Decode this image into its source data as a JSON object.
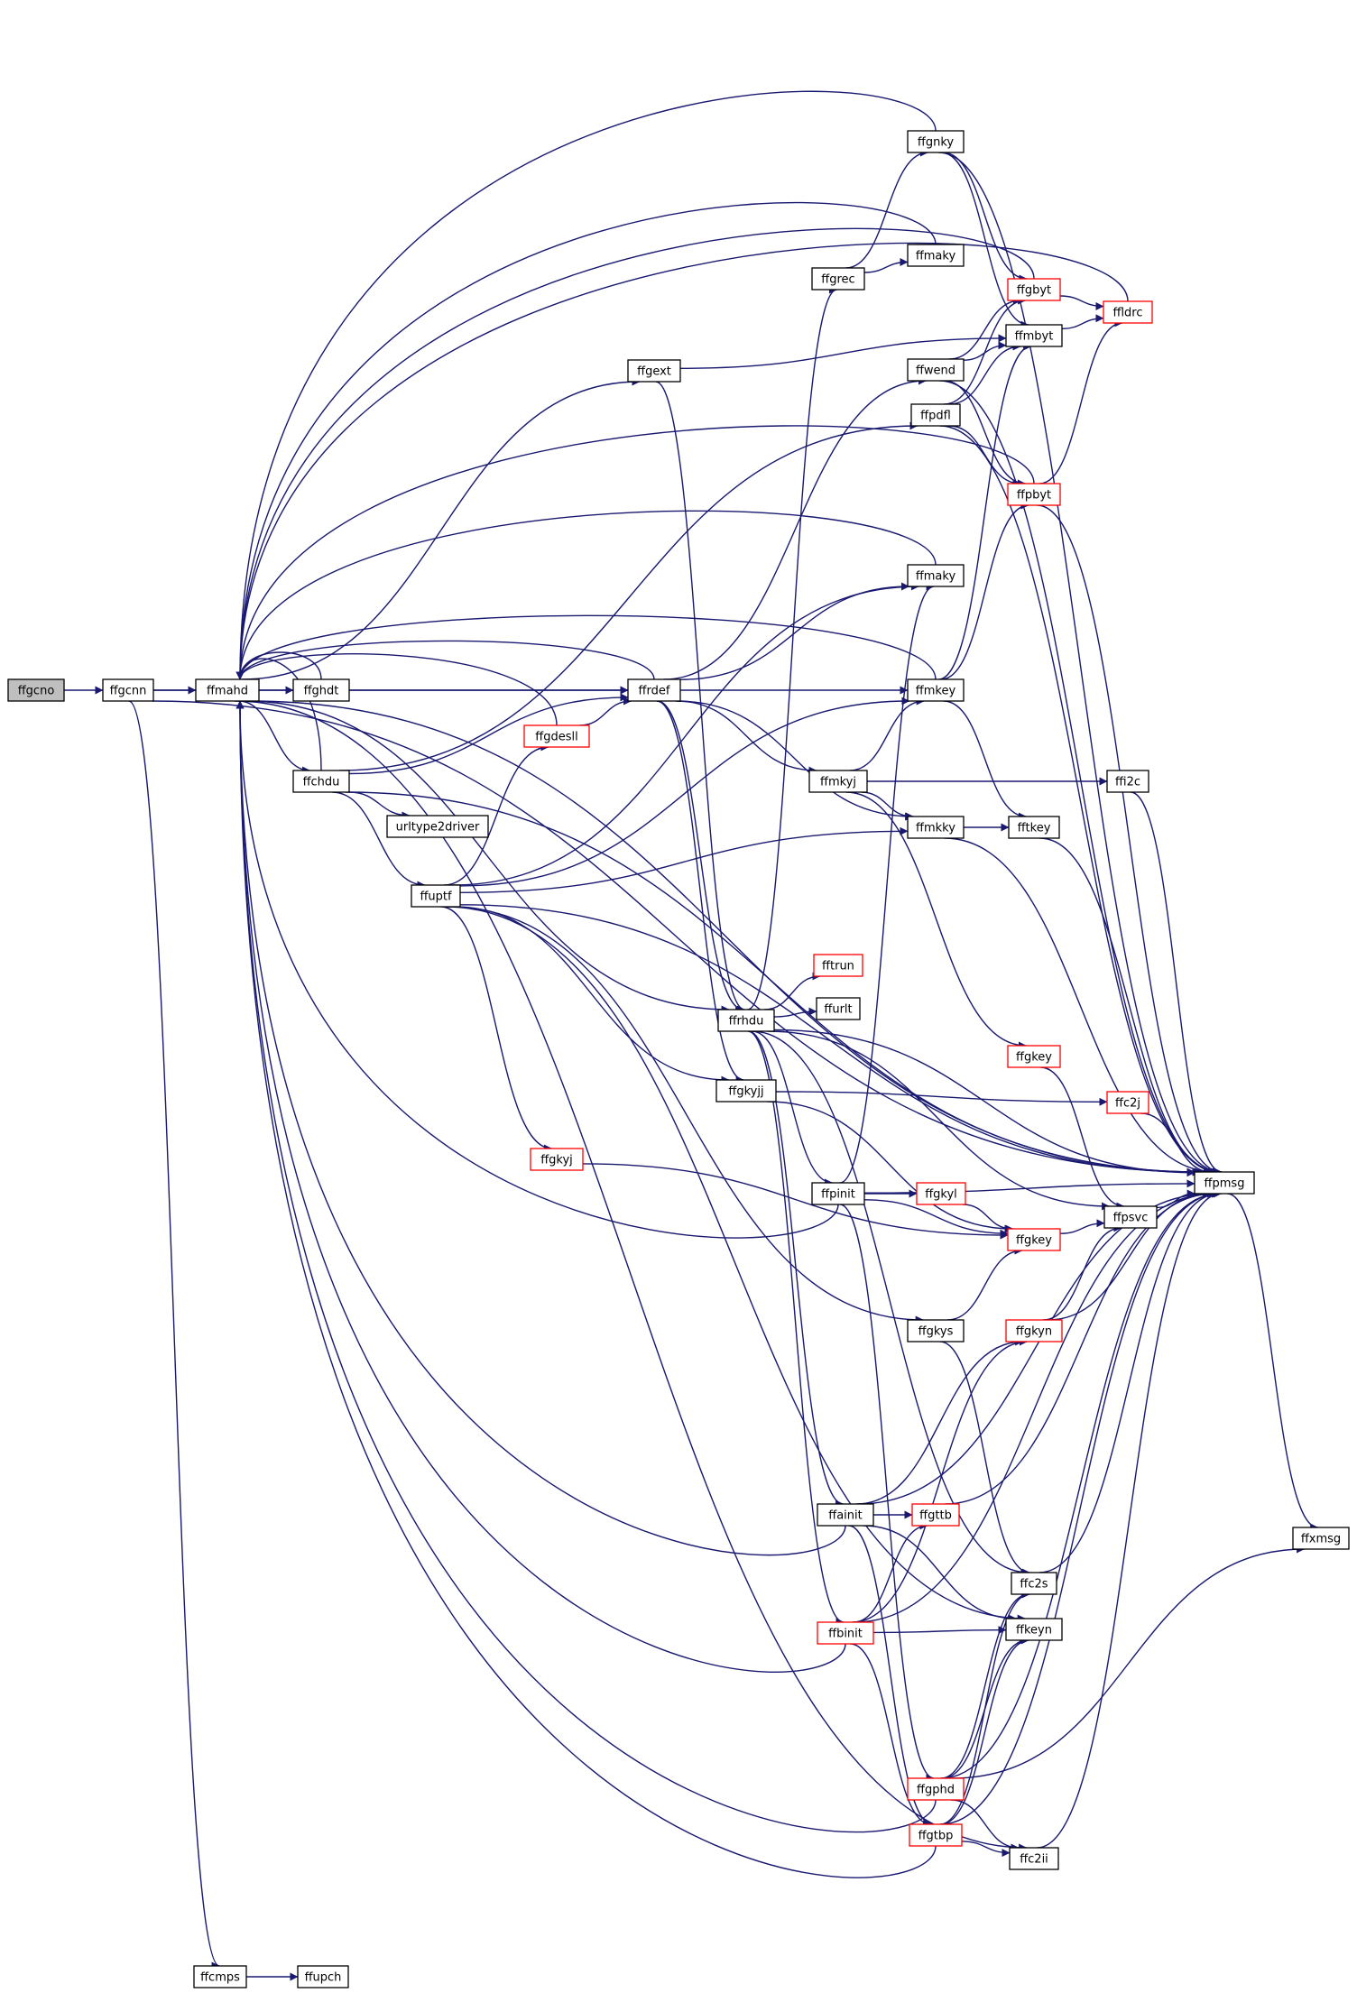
{
  "colors": {
    "edge": "#191970",
    "node_border_normal": "#000000",
    "node_border_truncated": "#ff0000",
    "root_fill": "#bfbfbf",
    "node_fill": "#ffffff"
  },
  "graph": {
    "root": "ffgcno",
    "nodes": [
      {
        "id": "ffgcno",
        "label": "ffgcno",
        "style": "root"
      },
      {
        "id": "ffgcnn",
        "label": "ffgcnn",
        "style": "normal"
      },
      {
        "id": "ffmahd",
        "label": "ffmahd",
        "style": "normal"
      },
      {
        "id": "ffghdt",
        "label": "ffghdt",
        "style": "normal"
      },
      {
        "id": "ffchdu",
        "label": "ffchdu",
        "style": "normal"
      },
      {
        "id": "urltype2driver",
        "label": "urltype2driver",
        "style": "normal"
      },
      {
        "id": "ffuptf",
        "label": "ffuptf",
        "style": "normal"
      },
      {
        "id": "ffgdesll",
        "label": "ffgdesll",
        "style": "truncated"
      },
      {
        "id": "ffgkyj",
        "label": "ffgkyj",
        "style": "truncated"
      },
      {
        "id": "ffrdef",
        "label": "ffrdef",
        "style": "normal"
      },
      {
        "id": "ffgext",
        "label": "ffgext",
        "style": "normal"
      },
      {
        "id": "ffrhdu",
        "label": "ffrhdu",
        "style": "normal"
      },
      {
        "id": "ffgkyjj",
        "label": "ffgkyjj",
        "style": "normal"
      },
      {
        "id": "ffgrec",
        "label": "ffgrec",
        "style": "normal"
      },
      {
        "id": "ffmkyj",
        "label": "ffmkyj",
        "style": "normal"
      },
      {
        "id": "fftrun",
        "label": "fftrun",
        "style": "truncated"
      },
      {
        "id": "ffurlt",
        "label": "ffurlt",
        "style": "normal"
      },
      {
        "id": "ffpinit",
        "label": "ffpinit",
        "style": "normal"
      },
      {
        "id": "ffainit",
        "label": "ffainit",
        "style": "normal"
      },
      {
        "id": "ffbinit",
        "label": "ffbinit",
        "style": "truncated"
      },
      {
        "id": "ffgnky",
        "label": "ffgnky",
        "style": "normal"
      },
      {
        "id": "ffmaky_top",
        "label": "ffmaky",
        "style": "normal"
      },
      {
        "id": "ffwend",
        "label": "ffwend",
        "style": "normal"
      },
      {
        "id": "ffpdfl",
        "label": "ffpdfl",
        "style": "normal"
      },
      {
        "id": "ffmaky",
        "label": "ffmaky",
        "style": "normal"
      },
      {
        "id": "ffmkey",
        "label": "ffmkey",
        "style": "normal"
      },
      {
        "id": "ffmkky",
        "label": "ffmkky",
        "style": "normal"
      },
      {
        "id": "ffgkys",
        "label": "ffgkys",
        "style": "normal"
      },
      {
        "id": "ffgphd",
        "label": "ffgphd",
        "style": "truncated"
      },
      {
        "id": "ffgtbp",
        "label": "ffgtbp",
        "style": "truncated"
      },
      {
        "id": "ffgbyt",
        "label": "ffgbyt",
        "style": "truncated"
      },
      {
        "id": "ffmbyt",
        "label": "ffmbyt",
        "style": "normal"
      },
      {
        "id": "ffpbyt",
        "label": "ffpbyt",
        "style": "truncated"
      },
      {
        "id": "ffi2c",
        "label": "ffi2c",
        "style": "normal"
      },
      {
        "id": "fftkey",
        "label": "fftkey",
        "style": "normal"
      },
      {
        "id": "ffgkey_small",
        "label": "ffgkey",
        "style": "truncated"
      },
      {
        "id": "ffc2j",
        "label": "ffc2j",
        "style": "truncated"
      },
      {
        "id": "ffgkyl",
        "label": "ffgkyl",
        "style": "truncated"
      },
      {
        "id": "ffgkey",
        "label": "ffgkey",
        "style": "truncated"
      },
      {
        "id": "ffgkyn",
        "label": "ffgkyn",
        "style": "truncated"
      },
      {
        "id": "ffgttb",
        "label": "ffgttb",
        "style": "truncated"
      },
      {
        "id": "ffc2s",
        "label": "ffc2s",
        "style": "normal"
      },
      {
        "id": "ffkeyn",
        "label": "ffkeyn",
        "style": "normal"
      },
      {
        "id": "ffc2ii",
        "label": "ffc2ii",
        "style": "normal"
      },
      {
        "id": "ffldrc",
        "label": "ffldrc",
        "style": "truncated"
      },
      {
        "id": "ffpsvc",
        "label": "ffpsvc",
        "style": "normal"
      },
      {
        "id": "ffpmsg",
        "label": "ffpmsg",
        "style": "normal"
      },
      {
        "id": "ffxmsg",
        "label": "ffxmsg",
        "style": "normal"
      },
      {
        "id": "ffcmps",
        "label": "ffcmps",
        "style": "normal"
      },
      {
        "id": "ffupch",
        "label": "ffupch",
        "style": "normal"
      }
    ],
    "edges": [
      [
        "ffgcno",
        "ffgcnn"
      ],
      [
        "ffgcnn",
        "ffmahd"
      ],
      [
        "ffgcnn",
        "ffrdef"
      ],
      [
        "ffgcnn",
        "ffpmsg"
      ],
      [
        "ffgcnn",
        "ffcmps"
      ],
      [
        "ffmahd",
        "ffghdt"
      ],
      [
        "ffmahd",
        "ffchdu"
      ],
      [
        "ffmahd",
        "ffgext"
      ],
      [
        "ffmahd",
        "ffrhdu"
      ],
      [
        "ffmahd",
        "ffpmsg"
      ],
      [
        "ffmahd",
        "ffc2ii"
      ],
      [
        "ffghdt",
        "ffmahd"
      ],
      [
        "ffghdt",
        "ffrdef"
      ],
      [
        "ffchdu",
        "ffmahd"
      ],
      [
        "ffchdu",
        "ffrdef"
      ],
      [
        "ffchdu",
        "urltype2driver"
      ],
      [
        "ffchdu",
        "ffuptf"
      ],
      [
        "ffchdu",
        "ffpdfl"
      ],
      [
        "ffchdu",
        "ffpmsg"
      ],
      [
        "ffuptf",
        "ffgdesll"
      ],
      [
        "ffuptf",
        "ffgkyj"
      ],
      [
        "ffuptf",
        "ffgkyjj"
      ],
      [
        "ffuptf",
        "ffgkys"
      ],
      [
        "ffuptf",
        "ffmaky"
      ],
      [
        "ffuptf",
        "ffmkey"
      ],
      [
        "ffuptf",
        "ffmkky"
      ],
      [
        "ffuptf",
        "ffkeyn"
      ],
      [
        "ffuptf",
        "ffpmsg"
      ],
      [
        "ffgdesll",
        "ffmahd"
      ],
      [
        "ffgdesll",
        "ffrdef"
      ],
      [
        "ffgkyj",
        "ffgkey"
      ],
      [
        "ffrdef",
        "ffmahd"
      ],
      [
        "ffrdef",
        "ffrhdu"
      ],
      [
        "ffrdef",
        "ffgkyjj"
      ],
      [
        "ffrdef",
        "ffmkyj"
      ],
      [
        "ffrdef",
        "ffmaky"
      ],
      [
        "ffrdef",
        "ffmkey"
      ],
      [
        "ffrdef",
        "ffmkky"
      ],
      [
        "ffrdef",
        "ffwend"
      ],
      [
        "ffgext",
        "ffmbyt"
      ],
      [
        "ffgext",
        "ffrhdu"
      ],
      [
        "ffrhdu",
        "ffgrec"
      ],
      [
        "ffrhdu",
        "fftrun"
      ],
      [
        "ffrhdu",
        "ffurlt"
      ],
      [
        "ffrhdu",
        "ffpinit"
      ],
      [
        "ffrhdu",
        "ffainit"
      ],
      [
        "ffrhdu",
        "ffbinit"
      ],
      [
        "ffrhdu",
        "ffpsvc"
      ],
      [
        "ffrhdu",
        "ffpmsg"
      ],
      [
        "ffrhdu",
        "ffc2s"
      ],
      [
        "ffgkyjj",
        "ffc2j"
      ],
      [
        "ffgkyjj",
        "ffgkey"
      ],
      [
        "ffgrec",
        "ffgnky"
      ],
      [
        "ffgrec",
        "ffmaky_top"
      ],
      [
        "ffmkyj",
        "ffmkey"
      ],
      [
        "ffmkyj",
        "ffmkky"
      ],
      [
        "ffmkyj",
        "ffi2c"
      ],
      [
        "ffmkyj",
        "ffgkey_small"
      ],
      [
        "ffpinit",
        "ffmahd"
      ],
      [
        "ffpinit",
        "ffgkyl"
      ],
      [
        "ffpinit",
        "ffgkey"
      ],
      [
        "ffpinit",
        "ffmaky"
      ],
      [
        "ffpinit",
        "ffgphd"
      ],
      [
        "ffpinit",
        "ffpmsg"
      ],
      [
        "ffainit",
        "ffmahd"
      ],
      [
        "ffainit",
        "ffgttb"
      ],
      [
        "ffainit",
        "ffkeyn"
      ],
      [
        "ffainit",
        "ffgkyn"
      ],
      [
        "ffainit",
        "ffgtbp"
      ],
      [
        "ffainit",
        "ffpmsg"
      ],
      [
        "ffbinit",
        "ffmahd"
      ],
      [
        "ffbinit",
        "ffgttb"
      ],
      [
        "ffbinit",
        "ffkeyn"
      ],
      [
        "ffbinit",
        "ffgkyn"
      ],
      [
        "ffbinit",
        "ffgtbp"
      ],
      [
        "ffbinit",
        "ffpmsg"
      ],
      [
        "ffgnky",
        "ffmahd"
      ],
      [
        "ffgnky",
        "ffgbyt"
      ],
      [
        "ffgnky",
        "ffmbyt"
      ],
      [
        "ffgnky",
        "ffpmsg"
      ],
      [
        "ffmaky_top",
        "ffmahd"
      ],
      [
        "ffwend",
        "ffgbyt"
      ],
      [
        "ffwend",
        "ffmbyt"
      ],
      [
        "ffwend",
        "ffpbyt"
      ],
      [
        "ffwend",
        "ffpmsg"
      ],
      [
        "ffpdfl",
        "ffgbyt"
      ],
      [
        "ffpdfl",
        "ffmbyt"
      ],
      [
        "ffpdfl",
        "ffpbyt"
      ],
      [
        "ffpdfl",
        "ffpmsg"
      ],
      [
        "ffmaky",
        "ffmahd"
      ],
      [
        "ffmkey",
        "ffmahd"
      ],
      [
        "ffmkey",
        "ffmbyt"
      ],
      [
        "ffmkey",
        "ffpbyt"
      ],
      [
        "ffmkey",
        "fftkey"
      ],
      [
        "ffmkky",
        "fftkey"
      ],
      [
        "ffmkky",
        "ffpmsg"
      ],
      [
        "ffgkys",
        "ffgkey"
      ],
      [
        "ffgkys",
        "ffc2s"
      ],
      [
        "ffgphd",
        "ffmahd"
      ],
      [
        "ffgphd",
        "ffkeyn"
      ],
      [
        "ffgphd",
        "ffc2s"
      ],
      [
        "ffgphd",
        "ffc2ii"
      ],
      [
        "ffgphd",
        "ffpmsg"
      ],
      [
        "ffgphd",
        "ffxmsg"
      ],
      [
        "ffgtbp",
        "ffmahd"
      ],
      [
        "ffgtbp",
        "ffc2s"
      ],
      [
        "ffgtbp",
        "ffkeyn"
      ],
      [
        "ffgtbp",
        "ffc2ii"
      ],
      [
        "ffgtbp",
        "ffpmsg"
      ],
      [
        "ffgbyt",
        "ffmahd"
      ],
      [
        "ffgbyt",
        "ffldrc"
      ],
      [
        "ffmbyt",
        "ffldrc"
      ],
      [
        "ffpbyt",
        "ffmahd"
      ],
      [
        "ffpbyt",
        "ffldrc"
      ],
      [
        "ffpbyt",
        "ffpmsg"
      ],
      [
        "ffldrc",
        "ffmahd"
      ],
      [
        "ffi2c",
        "ffpmsg"
      ],
      [
        "fftkey",
        "ffpmsg"
      ],
      [
        "ffgkey_small",
        "ffpsvc"
      ],
      [
        "ffc2j",
        "ffpmsg"
      ],
      [
        "ffgkyl",
        "ffgkey"
      ],
      [
        "ffgkey",
        "ffpsvc"
      ],
      [
        "ffgkyn",
        "ffpsvc"
      ],
      [
        "ffgkyn",
        "ffpmsg"
      ],
      [
        "ffgttb",
        "ffpmsg"
      ],
      [
        "ffc2s",
        "ffpmsg"
      ],
      [
        "ffc2ii",
        "ffpmsg"
      ],
      [
        "ffpsvc",
        "ffpmsg"
      ],
      [
        "ffpmsg",
        "ffxmsg"
      ],
      [
        "ffcmps",
        "ffupch"
      ]
    ]
  }
}
